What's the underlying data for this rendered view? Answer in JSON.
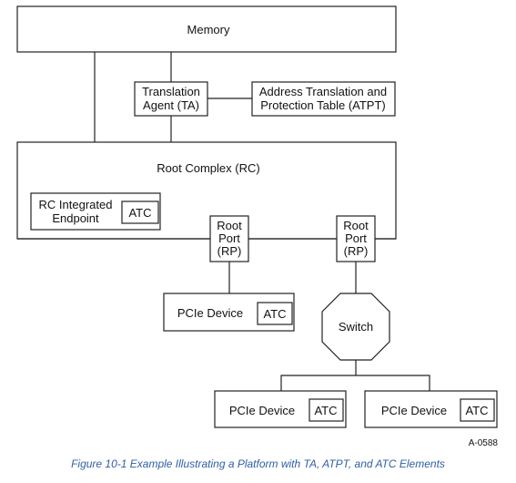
{
  "diagram": {
    "memory": "Memory",
    "ta": {
      "line1": "Translation",
      "line2": "Agent (TA)"
    },
    "atpt": {
      "line1": "Address Translation and",
      "line2": "Protection Table (ATPT)"
    },
    "root_complex": "Root Complex (RC)",
    "rc_endpoint": {
      "line1": "RC Integrated",
      "line2": "Endpoint",
      "atc": "ATC"
    },
    "root_port_left": {
      "line1": "Root",
      "line2": "Port",
      "line3": "(RP)"
    },
    "root_port_right": {
      "line1": "Root",
      "line2": "Port",
      "line3": "(RP)"
    },
    "pcie_device_top": {
      "label": "PCIe Device",
      "atc": "ATC"
    },
    "switch": "Switch",
    "pcie_device_left": {
      "label": "PCIe Device",
      "atc": "ATC"
    },
    "pcie_device_right": {
      "label": "PCIe Device",
      "atc": "ATC"
    },
    "figure_id": "A-0588"
  },
  "caption": "Figure  10-1  Example Illustrating a Platform with TA, ATPT, and ATC Elements"
}
